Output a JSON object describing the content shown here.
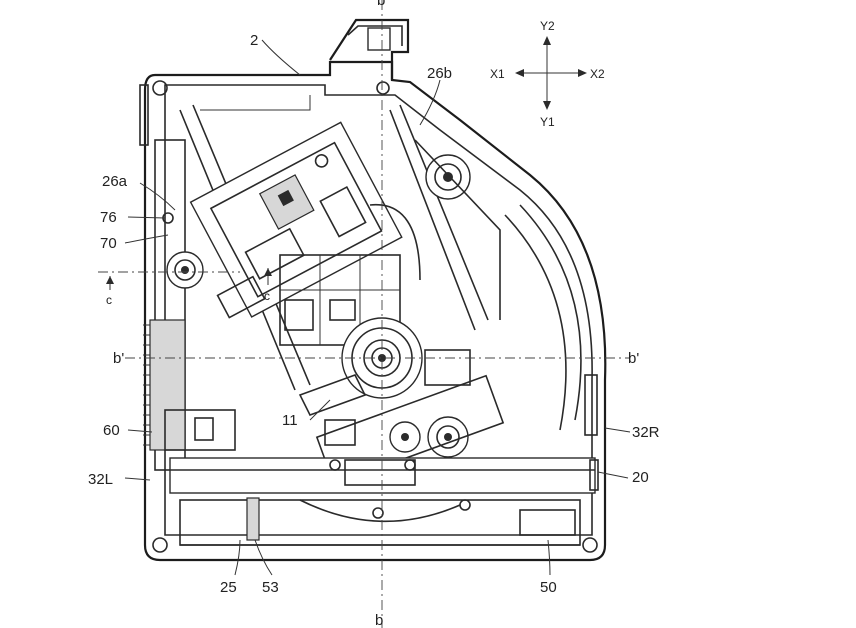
{
  "figure": {
    "labels": {
      "ref_2": "2",
      "ref_26b": "26b",
      "ref_26a": "26a",
      "ref_76": "76",
      "ref_70": "70",
      "ref_c_top": "c",
      "ref_c_bottom": "c",
      "ref_b_left": "b'",
      "ref_b_right": "b'",
      "ref_b_bottom": "b",
      "ref_b_top": "b",
      "ref_60": "60",
      "ref_11": "11",
      "ref_32L": "32L",
      "ref_32R": "32R",
      "ref_20": "20",
      "ref_25": "25",
      "ref_53": "53",
      "ref_50": "50"
    },
    "axes": {
      "y2": "Y2",
      "y1": "Y1",
      "x1": "X1",
      "x2": "X2"
    }
  }
}
